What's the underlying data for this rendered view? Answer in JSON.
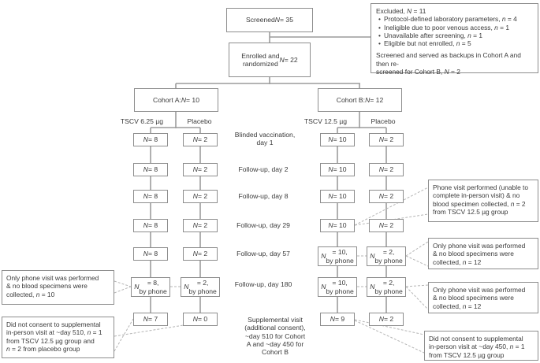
{
  "colors": {
    "box_border": "#8d8d8d",
    "flow_line": "#9c9c9c",
    "dashed_line": "#b5b5b5",
    "text": "#3a3a3a",
    "background": "#ffffff"
  },
  "top": {
    "screened": "Screened\nN = 35",
    "enrolled": "Enrolled and\nrandomized\nN = 22",
    "excluded": {
      "title": "Excluded, N = 11",
      "bullets": [
        "Protocol-defined laboratory parameters, n = 4",
        "Ineligible due to poor venous access, n = 1",
        "Unavailable after screening, n = 1",
        "Eligible but not enrolled, n = 5"
      ],
      "note": "Screened and served as backups in Cohort A and then re-\nscreened for Cohort B, N = 2"
    }
  },
  "cohorts": {
    "a": {
      "title": "Cohort A:\nN = 10",
      "arm1": "TSCV 6.25 µg",
      "arm2": "Placebo"
    },
    "b": {
      "title": "Cohort B:\nN = 12",
      "arm1": "TSCV 12.5 µg",
      "arm2": "Placebo"
    }
  },
  "stage_labels": {
    "vaccination": "Blinded vaccination,\nday 1",
    "day2": "Follow-up, day 2",
    "day8": "Follow-up, day 8",
    "day29": "Follow-up, day 29",
    "day57": "Follow-up, day 57",
    "day180": "Follow-up, day 180",
    "supplemental": "Supplemental visit\n(additional consent),\n~day 510 for Cohort\nA and ~day 450 for\nCohort B"
  },
  "columns": {
    "a1": [
      "N = 8",
      "N = 8",
      "N = 8",
      "N = 8",
      "N = 8",
      "N = 8,\nby phone",
      "N = 7"
    ],
    "a2": [
      "N = 2",
      "N = 2",
      "N = 2",
      "N = 2",
      "N = 2",
      "N = 2,\nby phone",
      "N = 0"
    ],
    "b1": [
      "N = 10",
      "N = 10",
      "N = 10",
      "N = 10",
      "N = 10,\nby phone",
      "N = 10,\nby phone",
      "N = 9"
    ],
    "b2": [
      "N = 2",
      "N = 2",
      "N = 2",
      "N = 2",
      "N = 2,\nby phone",
      "N = 2,\nby phone",
      "N = 2"
    ]
  },
  "annotations": {
    "left_phone_only": "Only phone visit was performed\n& no blood specimens were\ncollected, n = 10",
    "left_no_consent": "Did not consent to supplemental\nin-person visit at ~day 510, n = 1\nfrom TSCV 12.5 µg group and\nn = 2 from placebo group",
    "right_phone_visit": "Phone visit performed (unable to\ncomplete in-person visit) & no\nblood specimen collected, n = 2\nfrom TSCV 12.5 µg group",
    "right_phone_only_1": "Only phone visit was performed\n& no blood specimens were\ncollected, n = 12",
    "right_phone_only_2": "Only phone visit was performed\n& no blood specimens were\ncollected, n = 12",
    "right_no_consent": "Did not consent to supplemental\nin-person visit at ~day 450, n = 1\nfrom TSCV 12.5 µg group"
  }
}
